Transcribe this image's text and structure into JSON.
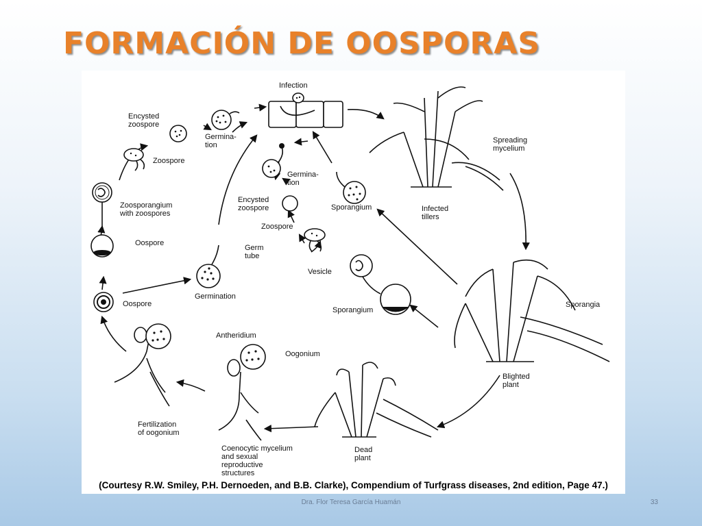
{
  "slide": {
    "title": "FORMACIÓN DE OOSPORAS",
    "caption": "(Courtesy R.W. Smiley, P.H. Dernoeden, and B.B. Clarke), Compendium of Turfgrass diseases, 2nd edition, Page 47.)",
    "footer": "Dra. Flor Teresa García Huamán",
    "page_number": "33"
  },
  "diagram": {
    "labels": {
      "infection": "Infection",
      "encysted_zoospore_top_1": "Encysted",
      "encysted_zoospore_top_2": "zoospore",
      "germination_top_1": "Germina-",
      "germination_top_2": "tion",
      "zoospore_left": "Zoospore",
      "spreading_mycelium_1": "Spreading",
      "spreading_mycelium_2": "mycelium",
      "germination_mid_1": "Germina-",
      "germination_mid_2": "tion",
      "encysted_zoospore_mid_1": "Encysted",
      "encysted_zoospore_mid_2": "zoospore",
      "sporangium_top": "Sporangium",
      "infected_tillers_1": "Infected",
      "infected_tillers_2": "tillers",
      "zoosporangium_1": "Zoosporangium",
      "zoosporangium_2": "with zoospores",
      "zoospore_mid": "Zoospore",
      "oospore_upper": "Oospore",
      "germ_tube_1": "Germ",
      "germ_tube_2": "tube",
      "vesicle": "Vesicle",
      "germination_low": "Germination",
      "oospore_lower": "Oospore",
      "sporangium_low": "Sporangium",
      "sporangia": "Sporangia",
      "antheridium": "Antheridium",
      "oogonium": "Oogonium",
      "blighted_plant_1": "Blighted",
      "blighted_plant_2": "plant",
      "fertilization_1": "Fertilization",
      "fertilization_2": "of oogonium",
      "dead_plant_1": "Dead",
      "dead_plant_2": "plant",
      "coenocytic_1": "Coenocytic mycelium",
      "coenocytic_2": "and sexual",
      "coenocytic_3": "reproductive",
      "coenocytic_4": "structures"
    }
  }
}
